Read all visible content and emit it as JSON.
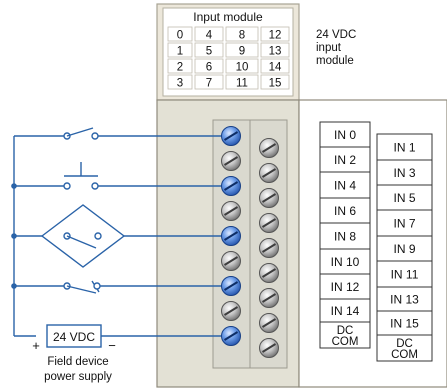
{
  "module_header": {
    "title": "Input module",
    "grid": [
      [
        "0",
        "4",
        "8",
        "12"
      ],
      [
        "1",
        "5",
        "9",
        "13"
      ],
      [
        "2",
        "6",
        "10",
        "14"
      ],
      [
        "3",
        "7",
        "11",
        "15"
      ]
    ]
  },
  "module_description": [
    "24 VDC",
    "input",
    "module"
  ],
  "terminal_labels": {
    "left": [
      "IN 0",
      "IN 2",
      "IN 4",
      "IN 6",
      "IN 8",
      "IN 10",
      "IN 12",
      "IN 14",
      [
        "DC",
        "COM"
      ]
    ],
    "right": [
      "IN 1",
      "IN 3",
      "IN 5",
      "IN 7",
      "IN 9",
      "IN 11",
      "IN 13",
      "IN 15",
      [
        "DC",
        "COM"
      ]
    ]
  },
  "power_supply": {
    "voltage": "24 VDC",
    "plus": "+",
    "minus": "−",
    "caption": [
      "Field device",
      "power supply"
    ]
  },
  "field_devices": [
    "pushbutton-nc",
    "pushbutton-no",
    "limit-switch",
    "selector-switch",
    "toggle-switch"
  ],
  "colors": {
    "wire": "#2a63a8",
    "module_panel": "#e3e1d5",
    "module_header": "#ece7da",
    "screw_active": "#2f6bd1",
    "screw_inactive": "#8d8d8d"
  }
}
